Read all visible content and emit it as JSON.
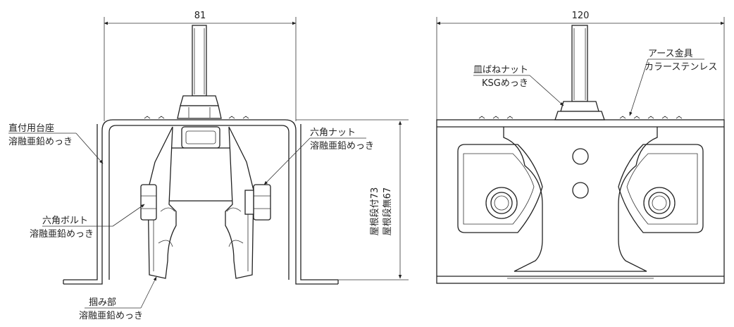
{
  "left_view": {
    "width_dim": "81",
    "height_dim_1": "屋根段付73",
    "height_dim_2": "屋根段無67",
    "labels": {
      "base_name": "直付用台座",
      "base_finish": "溶融亜鉛めっき",
      "hexnut_name": "六角ナット",
      "hexnut_finish": "溶融亜鉛めっき",
      "hexbolt_name": "六角ボルト",
      "hexbolt_finish": "溶融亜鉛めっき",
      "grip_name": "掴み部",
      "grip_finish": "溶融亜鉛めっき"
    }
  },
  "right_view": {
    "width_dim": "120",
    "labels": {
      "washer_nut_name": "皿ばねナット",
      "washer_nut_finish": "KSGめっき",
      "earth_name": "アース金具",
      "earth_finish": "カラーステンレス"
    }
  }
}
